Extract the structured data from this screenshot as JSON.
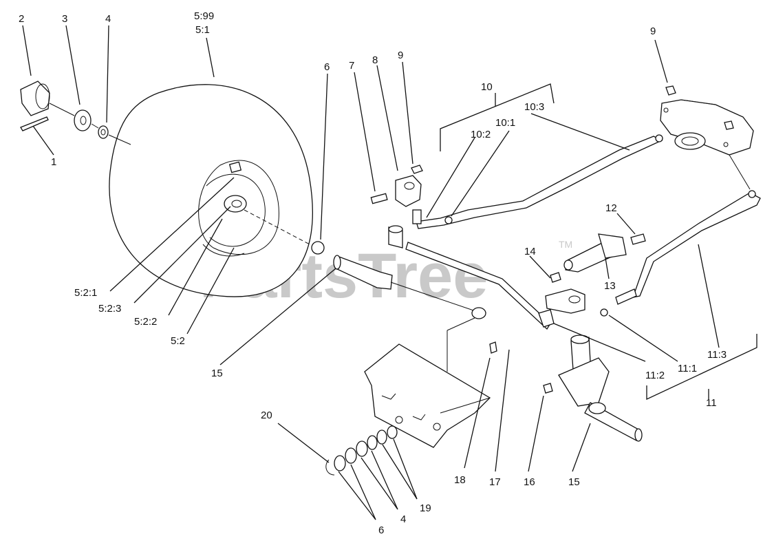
{
  "watermark": {
    "text": "PartsTree",
    "trademark": "TM"
  },
  "labels": {
    "l1": "1",
    "l2": "2",
    "l3": "3",
    "l4_top": "4",
    "l5_99": "5:99",
    "l5_1": "5:1",
    "l6_top": "6",
    "l7": "7",
    "l8": "8",
    "l9_mid": "9",
    "l9_right": "9",
    "l10": "10",
    "l10_1": "10:1",
    "l10_2": "10:2",
    "l10_3": "10:3",
    "l11": "11",
    "l11_1": "11:1",
    "l11_2": "11:2",
    "l11_3": "11:3",
    "l12": "12",
    "l13": "13",
    "l14": "14",
    "l15_left": "15",
    "l15_right": "15",
    "l16": "16",
    "l17": "17",
    "l18": "18",
    "l19": "19",
    "l20": "20",
    "l4_bottom": "4",
    "l6_bottom": "6",
    "l5_2_1": "5:2:1",
    "l5_2_3": "5:2:3",
    "l5_2_2": "5:2:2",
    "l5_2": "5:2"
  }
}
